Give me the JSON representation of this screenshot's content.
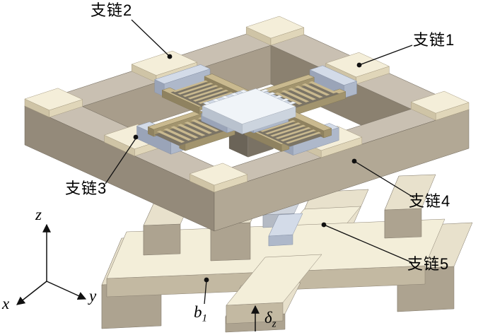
{
  "figure": {
    "labels": {
      "chain1": "支链1",
      "chain2": "支链2",
      "chain3": "支链3",
      "chain4": "支链4",
      "chain5": "支链5",
      "b_main": "b",
      "b_sub": "1",
      "delta_main": "δ",
      "delta_sub": "z",
      "axis_x": "x",
      "axis_y": "y",
      "axis_z": "z"
    },
    "colors": {
      "background": "#ffffff",
      "frame_top": "#c9c0b2",
      "frame_left": "#948a7a",
      "frame_right": "#b2a895",
      "frame_inner_b": "#a89d8b",
      "frame_inner_a": "#8b8170",
      "pad_top": "#f4eed9",
      "pad_left": "#cfc4a6",
      "pad_front": "#e0d6b9",
      "platform_top": "#f0f4f8",
      "platform_left": "#b9c2ce",
      "platform_front": "#ccd4de",
      "comb_tan_top": "#c9b98f",
      "comb_tan_left": "#8f8260",
      "comb_tan_front": "#a2946e",
      "comb_dark": "#7b7465",
      "clamp_top": "#d3dbe8",
      "clamp_left": "#9aa4b8",
      "clamp_front": "#aeb8ca",
      "bar_top": "#f3eed9",
      "bar_left": "#a89e89",
      "bar_front": "#c3b9a2",
      "leg_top": "#e8e1cc",
      "leg_left": "#93897a",
      "leg_front": "#ada390",
      "annotation": "#101010"
    }
  }
}
